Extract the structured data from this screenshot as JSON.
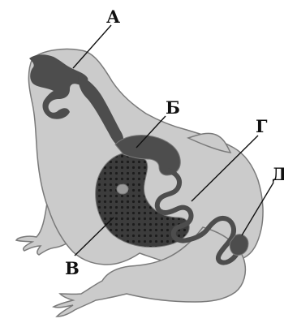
{
  "diagram": {
    "labels": {
      "a": "А",
      "b": "Б",
      "v": "В",
      "g": "Г",
      "d": "Д"
    },
    "colors": {
      "background": "#ffffff",
      "body": "#cbcbcb",
      "outline": "#7a7a7a",
      "digestive_tract": "#4d4d4d",
      "liver": "#3c3c3c",
      "liver_dots": "#1c1c1c",
      "label_text": "#111111"
    }
  }
}
